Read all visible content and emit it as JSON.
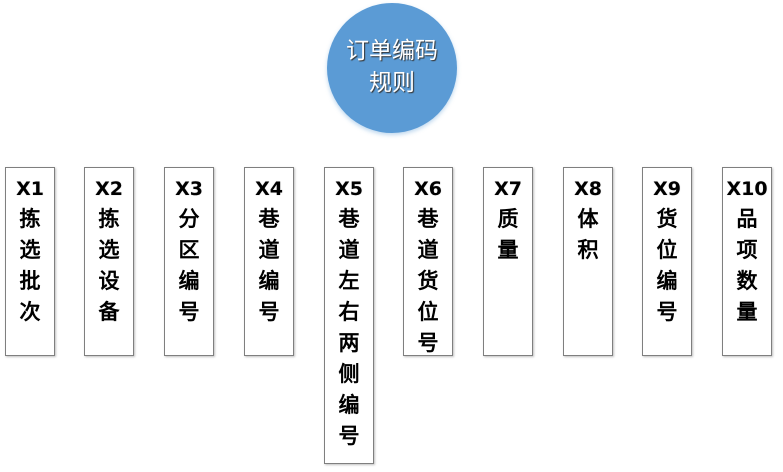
{
  "root": {
    "title": "订单编码规则"
  },
  "fields": [
    {
      "id": "X1",
      "name": "拣选批次"
    },
    {
      "id": "X2",
      "name": "拣选设备"
    },
    {
      "id": "X3",
      "name": "分区编号"
    },
    {
      "id": "X4",
      "name": "巷道编号"
    },
    {
      "id": "X5",
      "name": "巷道左右两侧编号"
    },
    {
      "id": "X6",
      "name": "巷道货位号"
    },
    {
      "id": "X7",
      "name": "质量"
    },
    {
      "id": "X8",
      "name": "体积"
    },
    {
      "id": "X9",
      "name": "货位编号"
    },
    {
      "id": "X10",
      "name": "品项数量"
    }
  ],
  "colors": {
    "root_fill": "#5b9bd5",
    "box_border": "#7f7f7f"
  }
}
